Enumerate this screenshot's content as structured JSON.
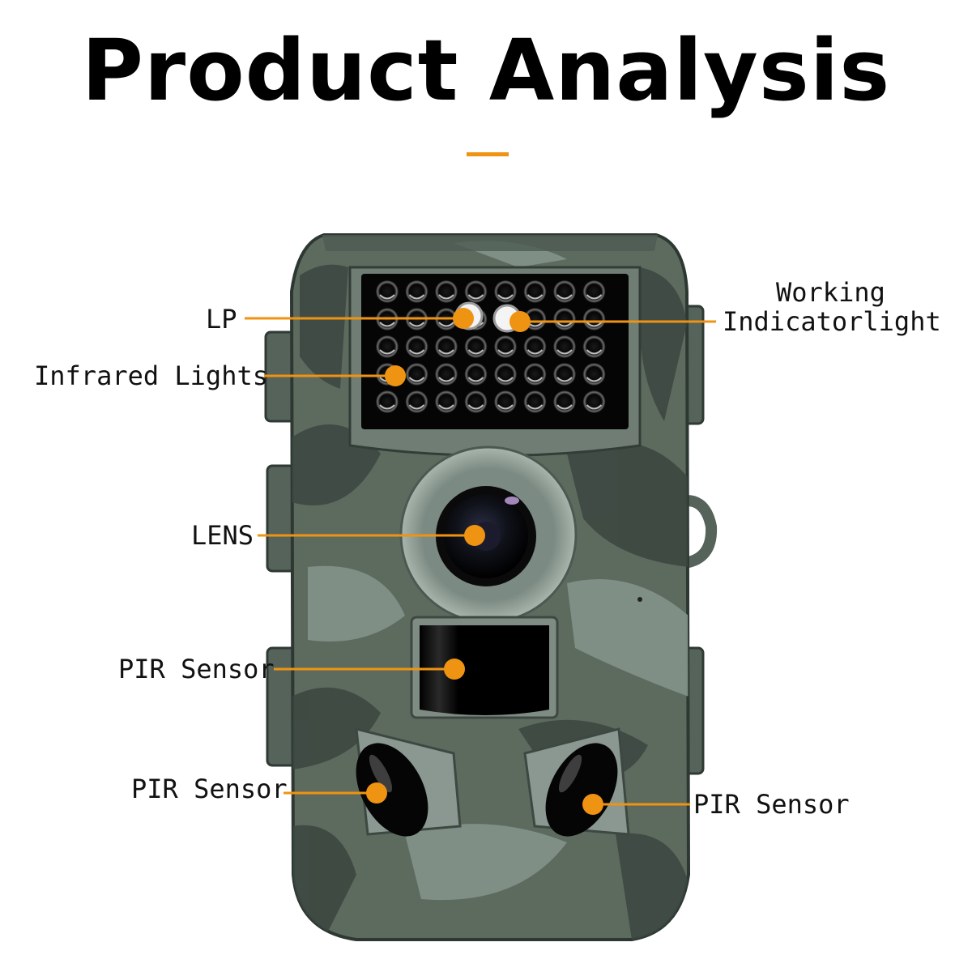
{
  "title": "Product Analysis",
  "colors": {
    "accent": "#ef9312",
    "camo_base": "#5d6b5f",
    "camo_dark": "#3c4841",
    "camo_light": "#83948a"
  },
  "labels": {
    "lp": "LP",
    "working_line1": "Working",
    "working_line2": "Indicatorlight",
    "infrared": "Infrared Lights",
    "lens": "LENS",
    "pir_center": "PIR Sensor",
    "pir_left": "PIR Sensor",
    "pir_right": "PIR Sensor"
  }
}
